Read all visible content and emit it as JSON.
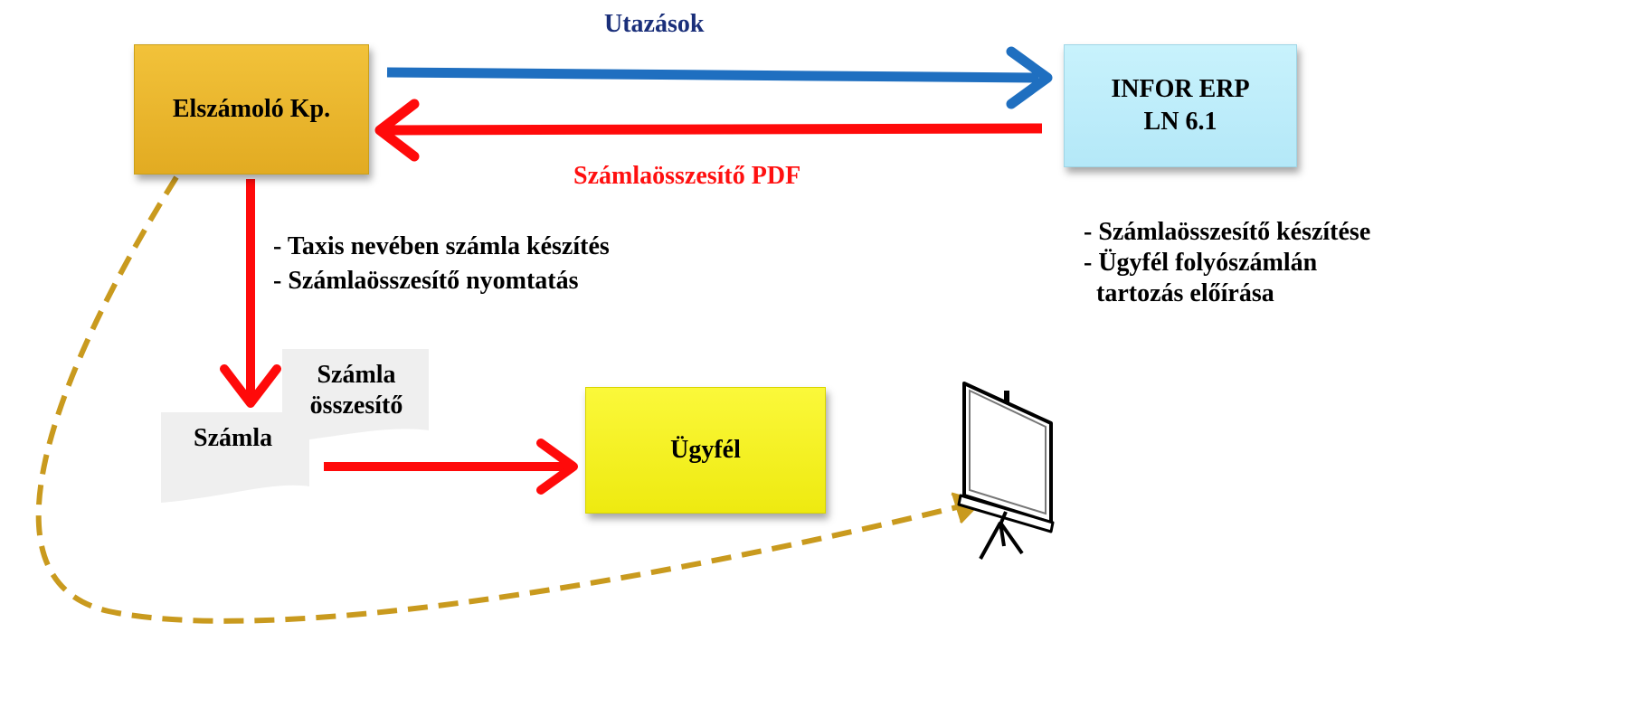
{
  "nodes": {
    "elszamolo": {
      "label": "Elszámoló Kp.",
      "color": "#e8b52a"
    },
    "erp": {
      "line1": "INFOR ERP",
      "line2": "LN 6.1",
      "color": "#bdeefa"
    },
    "ugyfel": {
      "label": "Ügyfél",
      "color": "#f7f31c"
    },
    "doc_szamla": {
      "label": "Számla"
    },
    "doc_osszesito": {
      "line1": "Számla",
      "line2": "összesítő"
    }
  },
  "edges": {
    "utazasok": {
      "label": "Utazások",
      "color": "#1f6fc0"
    },
    "pdf": {
      "label": "Számlaösszesítő PDF",
      "color": "#ff1010"
    }
  },
  "notes": {
    "left": [
      "- Taxis nevében számla készítés",
      "-  Számlaösszesítő nyomtatás"
    ],
    "right": [
      "- Számlaösszesítő készítése",
      "- Ügyfél folyószámlán",
      "  tartozás előírása"
    ]
  },
  "colors": {
    "label_blue": "#1a2f7a",
    "dashed": "#c99a1e",
    "arrow_red": "#ff0a0a"
  }
}
